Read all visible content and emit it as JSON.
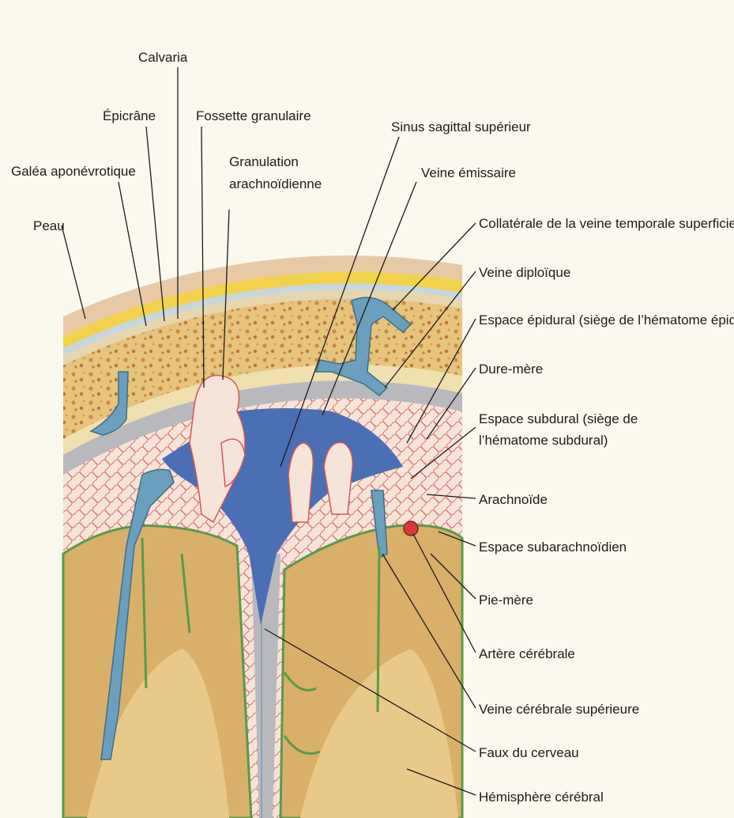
{
  "labels": {
    "calvaria": "Calvaria",
    "epicrane": "Épicrâne",
    "fossette": "Fossette granulaire",
    "sinus": "Sinus sagittal supérieur",
    "galea": "Galéa aponévrotique",
    "granulation_1": "Granulation",
    "granulation_2": "arachnoïdienne",
    "veine_emissaire": "Veine émissaire",
    "peau": "Peau",
    "collaterale": "Collatérale de la veine temporale superficielle",
    "veine_diploique": "Veine diploïque",
    "espace_epidural": "Espace épidural (siège de l’hématome épidural)",
    "dure_mere": "Dure-mère",
    "espace_subdural_1": "Espace subdural (siège de",
    "espace_subdural_2": "l’hématome subdural)",
    "arachnoide": "Arachnoïde",
    "espace_subarachnoidien": "Espace subarachnoïdien",
    "pie_mere": "Pie-mère",
    "artere_cerebrale": "Artère cérébrale",
    "veine_cerebrale_sup": "Veine cérébrale supérieure",
    "faux_cerveau": "Faux du cerveau",
    "hemisphere": "Hémisphère cérébral"
  },
  "colors": {
    "background": "#fbf8ee",
    "skin": "#e8c9a6",
    "fat_yellow": "#f2d24a",
    "bone": "#e3c27a",
    "dura": "#b9b9bd",
    "sinus_blue": "#4a6fb5",
    "vein_blue": "#6a9fbd",
    "arachnoid_pink": "#e9a0a0",
    "cortex": "#d9b06a",
    "pia_green": "#5a9a4a"
  }
}
